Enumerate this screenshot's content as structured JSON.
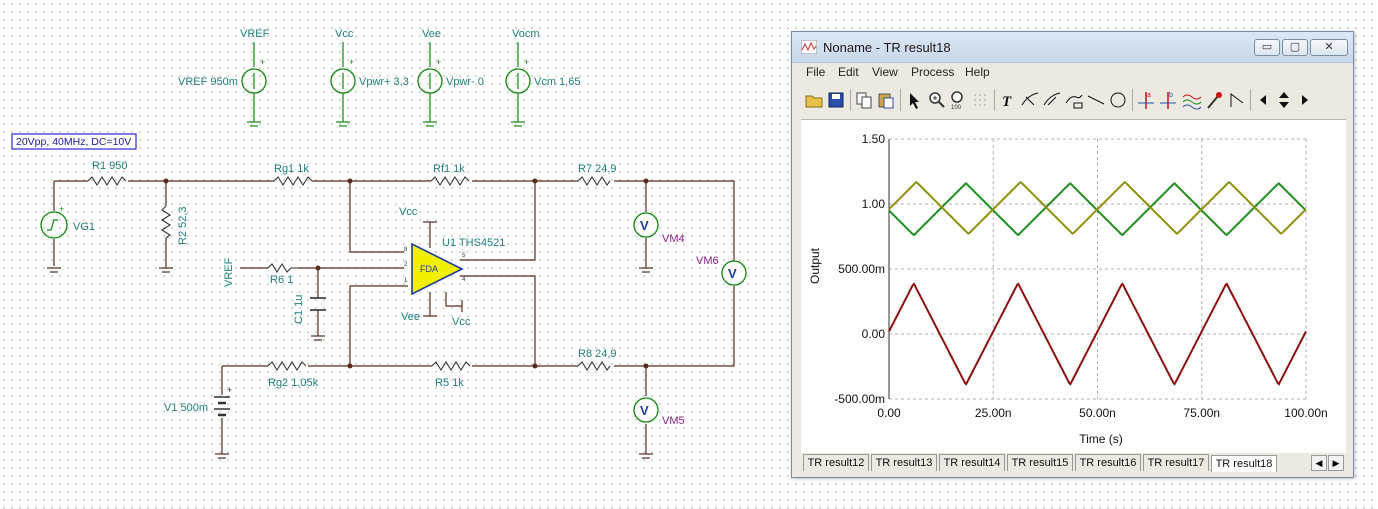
{
  "schematic": {
    "sources": {
      "vref_top": "VREF",
      "vref_name": "VREF 950m",
      "vcc_top": "Vcc",
      "vpwr_plus": "Vpwr+ 3,3",
      "vee_top": "Vee",
      "vpwr_minus": "Vpwr- 0",
      "vocm_top": "Vocm",
      "vcm": "Vcm 1,65"
    },
    "generator_note": "20Vpp, 40MHz, DC=10V",
    "components": {
      "r1": "R1 950",
      "r2": "R2 52,3",
      "vg1": "VG1",
      "rg1": "Rg1 1k",
      "rf1": "Rf1 1k",
      "r7": "R7 24,9",
      "rg2": "Rg2 1,05k",
      "r5": "R5 1k",
      "r8": "R8 24,9",
      "r6": "R6 1",
      "c1": "C1 1u",
      "vref_side": "VREF",
      "v1": "V1 500m",
      "u1": "U1 THS4521",
      "fda": "FDA",
      "vcc_amp": "Vcc",
      "vee_amp": "Vee",
      "vcc_pin": "Vcc",
      "vm4": "VM4",
      "vm5": "VM5",
      "vm6": "VM6",
      "meter_symbol": "V"
    }
  },
  "window": {
    "title": "Noname - TR result18",
    "controls": {
      "minimize": "▭",
      "maximize": "▢",
      "close": "✕"
    },
    "menu": [
      "File",
      "Edit",
      "View",
      "Process",
      "Help"
    ],
    "toolbar_icons": [
      "open-folder-icon",
      "save-disk-icon",
      "copy-icon",
      "paste-icon",
      "pointer-icon",
      "zoom-in-icon",
      "zoom-100-icon",
      "grid-icon",
      "text-tool-icon",
      "label-curve-icon",
      "label-curve-alt-icon",
      "axis-label-icon",
      "line-tool-icon",
      "circle-tool-icon",
      "cursor-a-icon",
      "cursor-b-icon",
      "waves-icon",
      "probe-icon",
      "step-icon",
      "scroll-left-icon",
      "scroll-updown-icon",
      "scroll-right-icon"
    ],
    "tabs": [
      "TR result12",
      "TR result13",
      "TR result14",
      "TR result15",
      "TR result16",
      "TR result17",
      "TR result18"
    ],
    "active_tab": "TR result18"
  },
  "chart_data": {
    "type": "line",
    "xlabel": "Time (s)",
    "ylabel": "Output",
    "xlim": [
      0,
      1e-07
    ],
    "ylim": [
      -0.5,
      1.5
    ],
    "x_ticks": [
      "0.00",
      "25.00n",
      "50.00n",
      "75.00n",
      "100.00n"
    ],
    "y_ticks": [
      "-500.00m",
      "0.00",
      "500.00m",
      "1.00",
      "1.50"
    ],
    "grid": true,
    "series": [
      {
        "color": "#1f8f1f",
        "kind": "triangle",
        "offset": 0.96,
        "amplitude": 0.2,
        "period": 2.5e-08,
        "phase_start": "down",
        "start_value": 0.95
      },
      {
        "color": "#8f8f10",
        "kind": "triangle",
        "offset": 0.97,
        "amplitude": 0.2,
        "period": 2.5e-08,
        "phase_start": "up",
        "start_value": 0.96
      },
      {
        "color": "#8b1010",
        "kind": "triangle",
        "offset": 0.0,
        "amplitude": 0.39,
        "period": 2.5e-08,
        "phase_start": "up",
        "start_value": 0.02
      }
    ]
  }
}
